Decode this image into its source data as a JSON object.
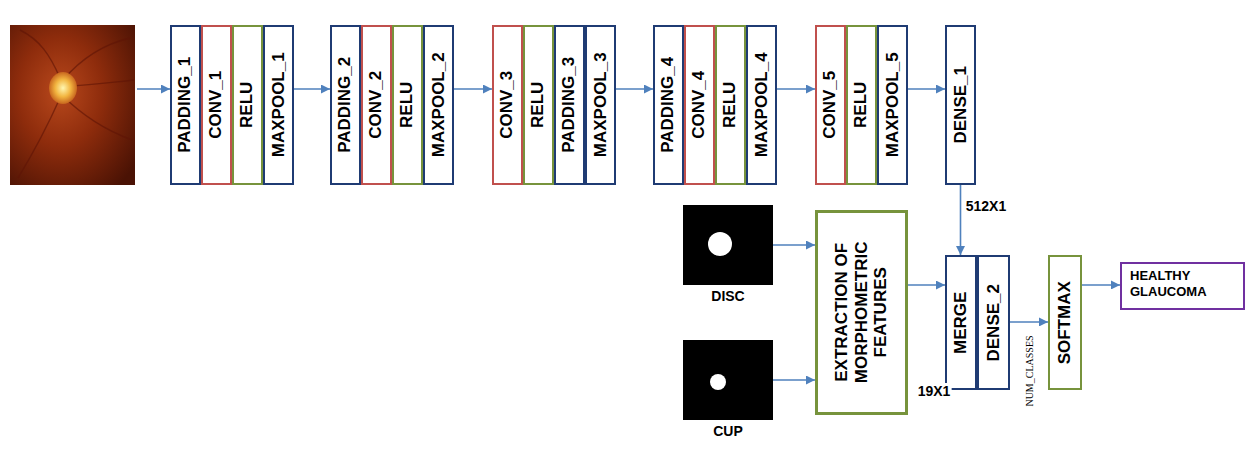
{
  "diagram": {
    "nodes": [
      {
        "text": [
          "PADDING_1"
        ]
      },
      {
        "text": [
          "CONV_1"
        ]
      },
      {
        "text": [
          "RELU"
        ]
      },
      {
        "text": [
          "MAXPOOL_1"
        ]
      },
      {
        "text": [
          "PADDING_2"
        ]
      },
      {
        "text": [
          "CONV_2"
        ]
      },
      {
        "text": [
          "RELU"
        ]
      },
      {
        "text": [
          "MAXPOOL_2"
        ]
      },
      {
        "text": [
          "CONV_3"
        ]
      },
      {
        "text": [
          "RELU"
        ]
      },
      {
        "text": [
          "PADDING_3"
        ]
      },
      {
        "text": [
          "MAXPOOL_3"
        ]
      },
      {
        "text": [
          "PADDING_4"
        ]
      },
      {
        "text": [
          "CONV_4"
        ]
      },
      {
        "text": [
          "RELU"
        ]
      },
      {
        "text": [
          "MAXPOOL_4"
        ]
      },
      {
        "text": [
          "CONV_5"
        ]
      },
      {
        "text": [
          "RELU"
        ]
      },
      {
        "text": [
          "MAXPOOL_5"
        ]
      },
      {
        "text": [
          "DENSE_1"
        ]
      },
      {
        "text": [
          "DISC"
        ]
      },
      {
        "text": [
          "CUP"
        ]
      },
      {
        "text": [
          "EXTRACTION OF MORPHOMETRIC FEATURES"
        ]
      },
      {
        "text": [
          "MERGE"
        ]
      },
      {
        "text": [
          "DENSE_2"
        ]
      },
      {
        "text": [
          "SOFTMAX"
        ]
      },
      {
        "text": [
          "HEALTHY GLAUCOMA"
        ]
      }
    ],
    "edges": [
      {
        "from": 3,
        "to": 4,
        "arrow": "to"
      },
      {
        "from": 7,
        "to": 8,
        "arrow": "to"
      },
      {
        "from": 11,
        "to": 12,
        "arrow": "to"
      },
      {
        "from": 15,
        "to": 16,
        "arrow": "to"
      },
      {
        "from": 18,
        "to": 19,
        "arrow": "to"
      },
      {
        "from": 19,
        "to": 23,
        "label": "512X1",
        "arrow": "to"
      },
      {
        "from": 20,
        "to": 22,
        "arrow": "to"
      },
      {
        "from": 21,
        "to": 22,
        "arrow": "to"
      },
      {
        "from": 22,
        "to": 23,
        "label": "19X1",
        "arrow": "to"
      },
      {
        "from": 24,
        "to": 25,
        "label": "NUM_CLASSES",
        "arrow": "to"
      },
      {
        "from": 25,
        "to": 26,
        "arrow": "to"
      }
    ]
  }
}
